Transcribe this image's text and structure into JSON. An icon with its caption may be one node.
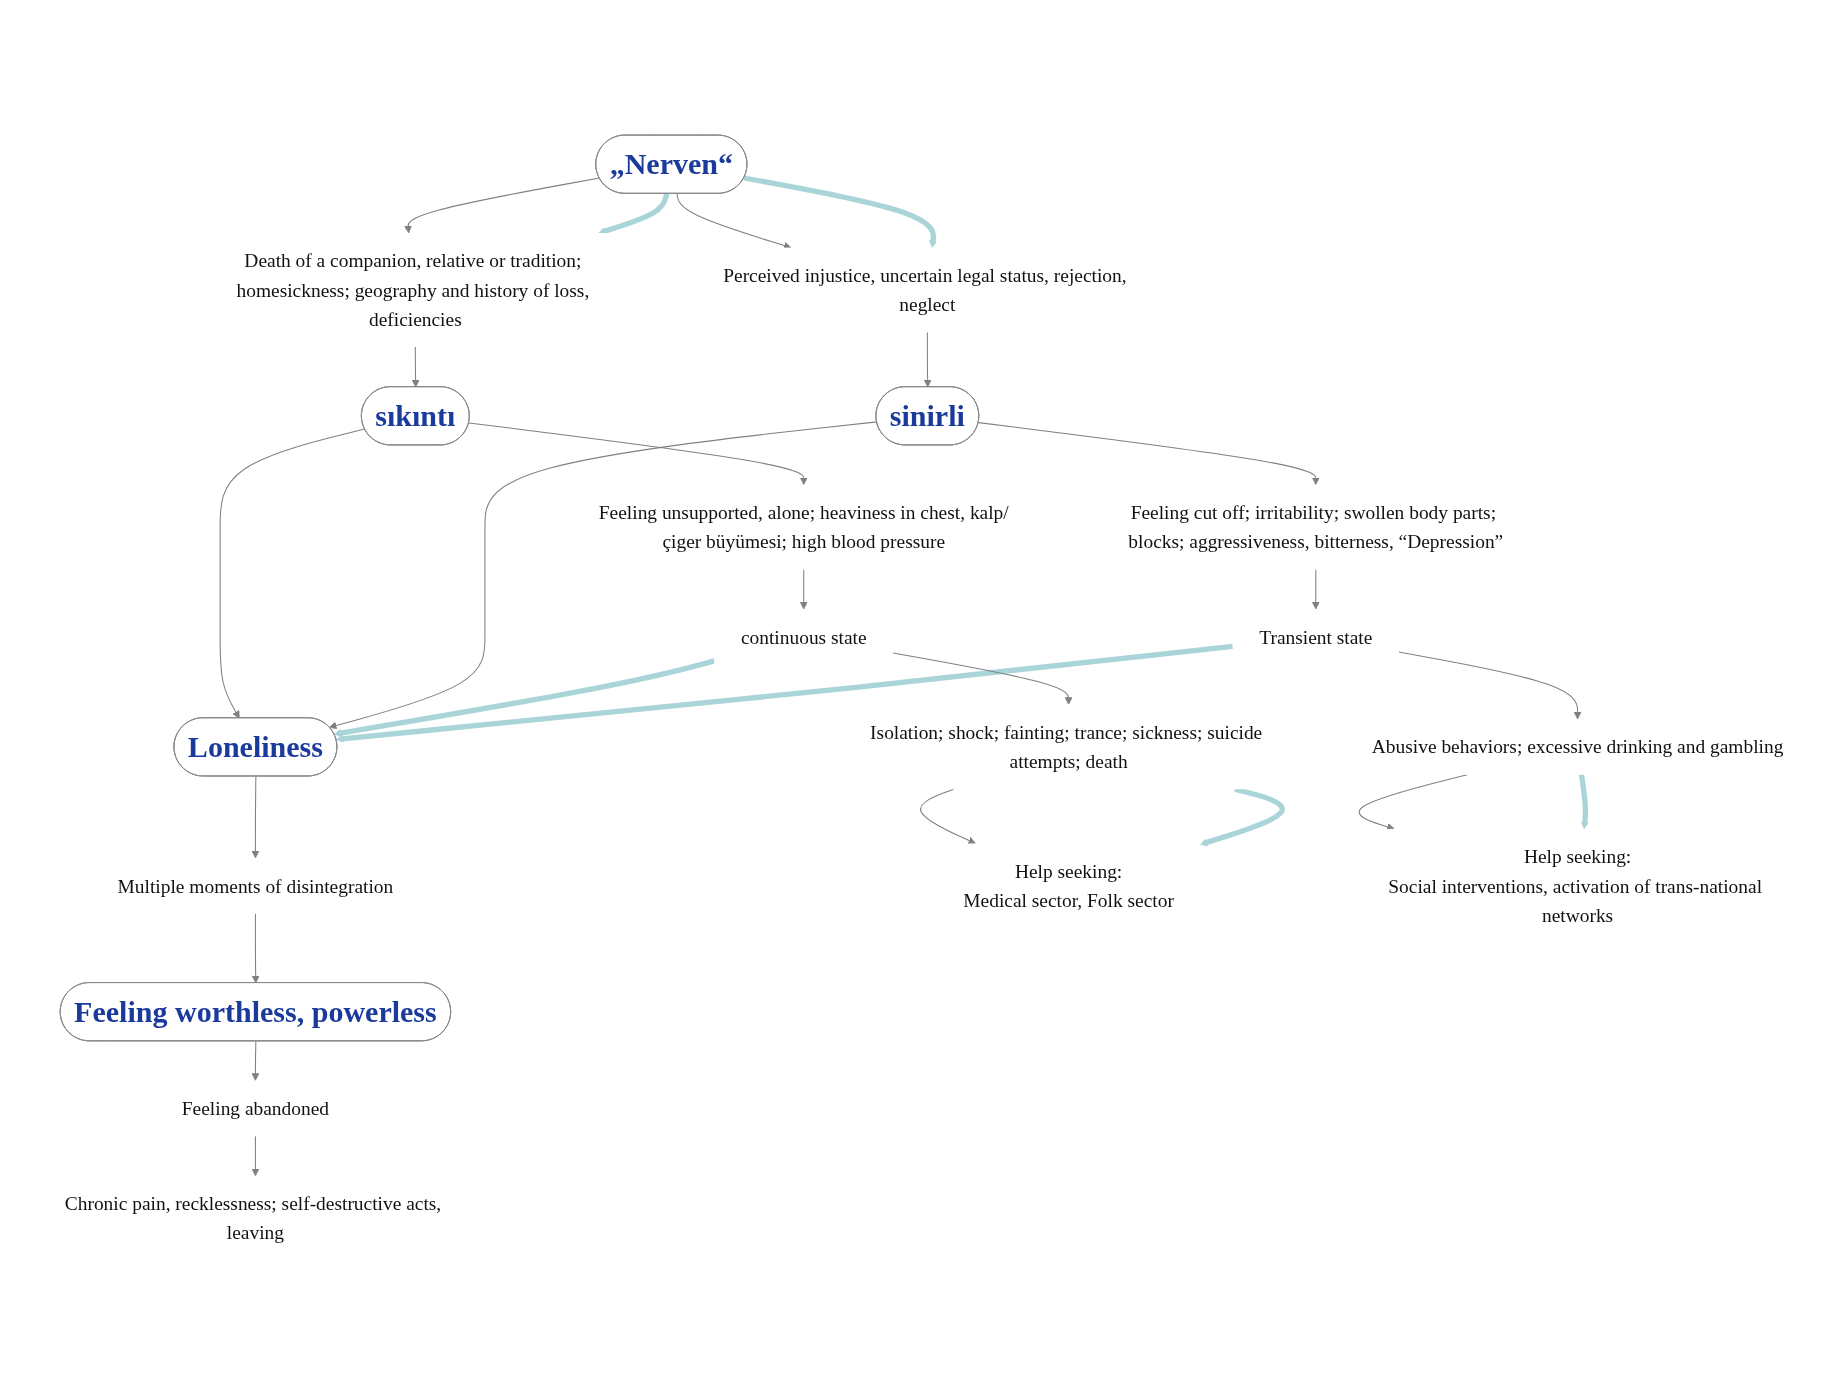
{
  "diagram": {
    "nodes": [
      {
        "text": [
          "„Nerven“"
        ]
      },
      {
        "text": [
          "Death of a companion, relative or tradition; homesickness; geography and history of loss, deficiencies"
        ]
      },
      {
        "text": [
          "Perceived injustice, uncertain legal status, rejection, neglect"
        ]
      },
      {
        "text": [
          "sıkıntı"
        ]
      },
      {
        "text": [
          "sinirli"
        ]
      },
      {
        "text": [
          "Feeling unsupported, alone; heaviness in chest, kalp/çiger büyümesi; high blood pressure"
        ]
      },
      {
        "text": [
          "Feeling cut off; irritability; swollen body parts; blocks; aggressiveness, bitterness, “Depression”"
        ]
      },
      {
        "text": [
          "continuous state"
        ]
      },
      {
        "text": [
          "Transient state"
        ]
      },
      {
        "text": [
          "Loneliness"
        ]
      },
      {
        "text": [
          "Isolation; shock; fainting; trance; sickness; suicide attempts; death"
        ]
      },
      {
        "text": [
          "Multiple moments of disintegration"
        ]
      },
      {
        "text": [
          "Abusive behaviors; excessive drinking and gambling"
        ]
      },
      {
        "text": [
          "Feeling worthless, powerless"
        ]
      },
      {
        "text": [
          "Help seeking:",
          "Medical sector, Folk sector"
        ]
      },
      {
        "text": [
          "Feeling abandoned"
        ]
      },
      {
        "text": [
          "Help seeking:",
          "Social interventions, activation of trans-national networks"
        ]
      },
      {
        "text": [
          "Chronic pain, recklessness; self-destructive acts, leaving"
        ]
      }
    ],
    "edges": [
      {
        "from": 0,
        "to": 1,
        "arrow": "to"
      },
      {
        "from": 0,
        "to": 1,
        "arrow": "to",
        "style": "thick",
        "color": "#a9d5d9"
      },
      {
        "from": 0,
        "to": 2,
        "arrow": "to"
      },
      {
        "from": 0,
        "to": 2,
        "arrow": "to",
        "style": "thick",
        "color": "#a9d5d9"
      },
      {
        "from": 1,
        "to": 3,
        "arrow": "to"
      },
      {
        "from": 2,
        "to": 4,
        "arrow": "to"
      },
      {
        "from": 3,
        "to": 5,
        "arrow": "to"
      },
      {
        "from": 4,
        "to": 6,
        "arrow": "to"
      },
      {
        "from": 3,
        "to": 9,
        "arrow": "to"
      },
      {
        "from": 4,
        "to": 9,
        "arrow": "to"
      },
      {
        "from": 5,
        "to": 7,
        "arrow": "to"
      },
      {
        "from": 6,
        "to": 8,
        "arrow": "to"
      },
      {
        "from": 7,
        "to": 9,
        "arrow": "to",
        "style": "thick",
        "color": "#a9d5d9"
      },
      {
        "from": 8,
        "to": 9,
        "arrow": "to",
        "style": "thick",
        "color": "#a9d5d9"
      },
      {
        "from": 7,
        "to": 10,
        "arrow": "to"
      },
      {
        "from": 8,
        "to": 12,
        "arrow": "to"
      },
      {
        "from": 9,
        "to": 11,
        "arrow": "to"
      },
      {
        "from": 10,
        "to": 14,
        "arrow": "to"
      },
      {
        "from": 10,
        "to": 14,
        "arrow": "to",
        "style": "thick",
        "color": "#a9d5d9"
      },
      {
        "from": 11,
        "to": 13,
        "arrow": "to"
      },
      {
        "from": 12,
        "to": 16,
        "arrow": "to"
      },
      {
        "from": 12,
        "to": 16,
        "arrow": "to",
        "style": "thick",
        "color": "#a9d5d9"
      },
      {
        "from": 13,
        "to": 15,
        "arrow": "to"
      },
      {
        "from": 15,
        "to": 17,
        "arrow": "to"
      }
    ]
  }
}
